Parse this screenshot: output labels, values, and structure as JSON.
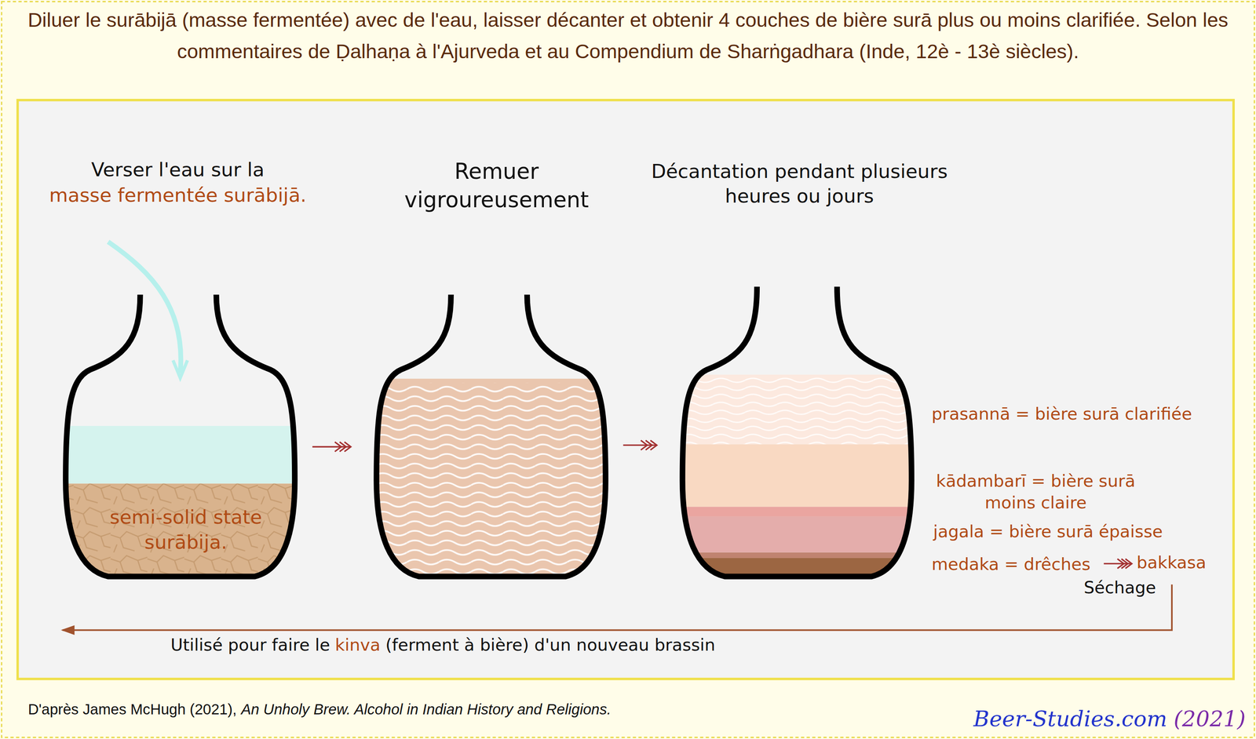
{
  "diagram": {
    "title": "Diluer le surābijā (masse fermentée) avec de l'eau, laisser décanter et obtenir 4 couches de bière surā plus ou moins clarifiée. Selon les commentaires de Ḍalhaṇa à l'Ajurveda et au Compendium de Sharṅgadhara (Inde, 12è - 13è siècles).",
    "nodes": [
      {
        "text": [
          "Verser l'eau sur la",
          "masse fermentée surābijā.",
          "semi-solid state surābija."
        ]
      },
      {
        "text": [
          "Remuer vigroureusement"
        ]
      },
      {
        "text": [
          "Décantation pendant plusieurs heures ou jours"
        ]
      }
    ],
    "edges": [
      {
        "from": 0,
        "to": 1,
        "arrow": "to"
      },
      {
        "from": 1,
        "to": 2,
        "arrow": "to"
      }
    ],
    "labels": [
      "prasannā = bière surā clarifiée",
      "kādambarī = bière surā moins claire",
      "jagala = bière surā épaisse",
      "medaka = drêches",
      "bakkasa",
      "Séchage",
      "Utilisé pour faire le",
      "kinva",
      "(ferment à bière) d'un nouveau brassin",
      "D'après James McHugh (2021),",
      "An Unholy Brew. Alcohol in Indian History and Religions.",
      "Beer-Studies.com",
      "(2021)"
    ]
  }
}
